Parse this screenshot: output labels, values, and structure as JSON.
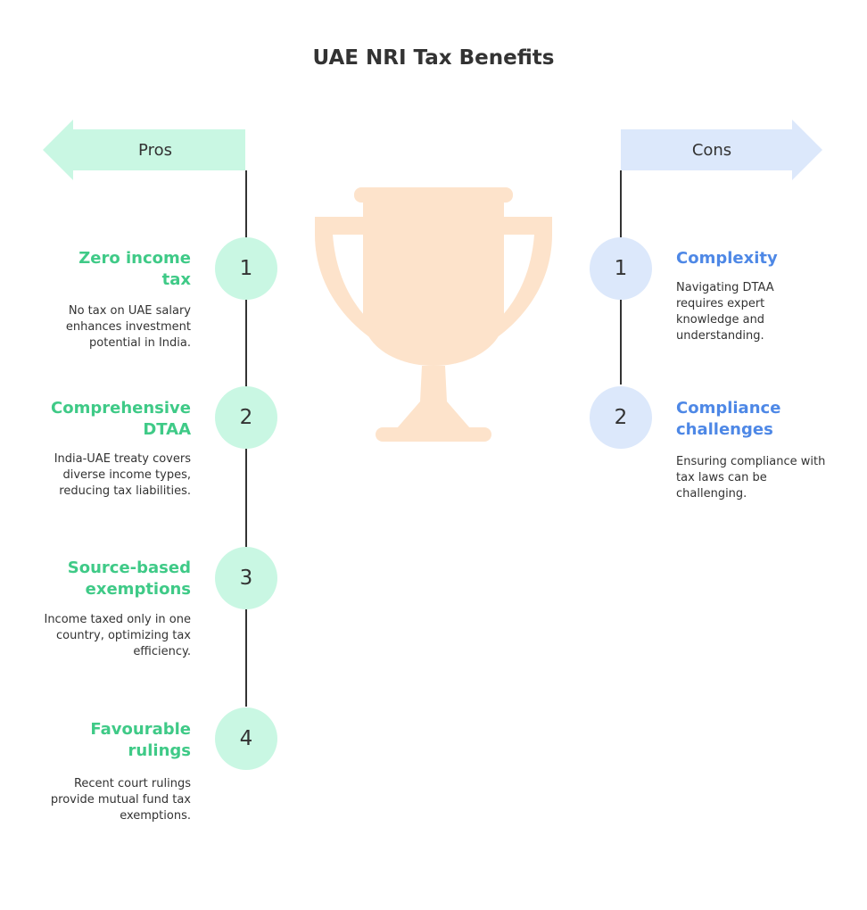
{
  "title": "UAE NRI Tax Benefits",
  "colors": {
    "pros_fill": "#c9f7e3",
    "cons_fill": "#dce8fb",
    "pros_title": "#3fca87",
    "cons_title": "#4e88e6",
    "trophy": "#fde3cb"
  },
  "pros": {
    "label": "Pros",
    "items": [
      {
        "number": "1",
        "title": "Zero income tax",
        "description": "No tax on UAE salary enhances investment potential in India."
      },
      {
        "number": "2",
        "title": "Comprehensive DTAA",
        "description": "India-UAE treaty covers diverse income types, reducing tax liabilities."
      },
      {
        "number": "3",
        "title": "Source-based exemptions",
        "description": "Income taxed only in one country, optimizing tax efficiency."
      },
      {
        "number": "4",
        "title": "Favourable rulings",
        "description": "Recent court rulings provide mutual fund tax exemptions."
      }
    ]
  },
  "cons": {
    "label": "Cons",
    "items": [
      {
        "number": "1",
        "title": "Complexity",
        "description": "Navigating DTAA requires expert knowledge and understanding."
      },
      {
        "number": "2",
        "title": "Compliance challenges",
        "description": "Ensuring compliance with tax laws can be challenging."
      }
    ]
  },
  "center_icon": "trophy-icon"
}
